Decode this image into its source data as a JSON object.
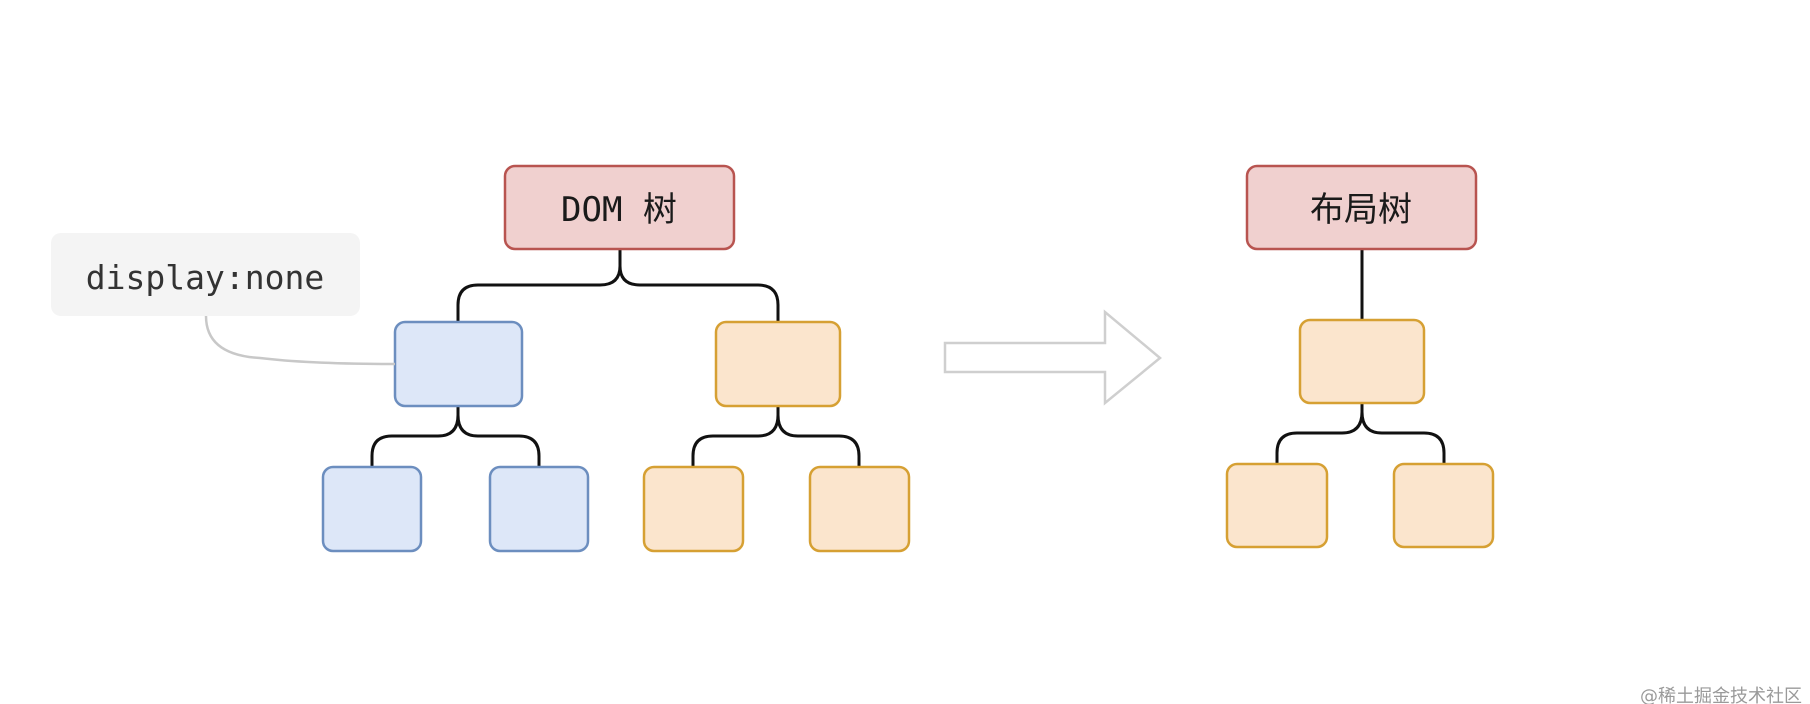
{
  "diagram": {
    "dom_tree": {
      "root_label": "DOM 树"
    },
    "layout_tree": {
      "root_label": "布局树"
    },
    "note": {
      "label": "display:none"
    },
    "watermark": "@稀土掘金技术社区",
    "colors": {
      "root_fill": "#f0d0cf",
      "root_stroke": "#b85450",
      "hidden_fill": "#dde7f8",
      "hidden_stroke": "#6c8ebf",
      "visible_fill": "#fbe5cd",
      "visible_stroke": "#d6a033",
      "connector": "#111111",
      "note_fill": "#f4f4f4",
      "note_connector": "#c8c8c8",
      "arrow_stroke": "#cfcfcf"
    }
  }
}
